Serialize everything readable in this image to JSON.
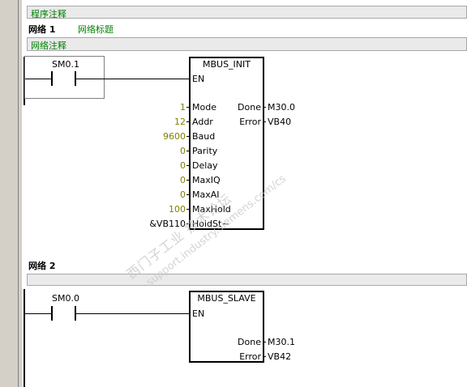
{
  "program_comment": "程序注释",
  "network1": {
    "label": "网络 1",
    "title": "网络标题",
    "comment": "网络注释",
    "contact": "SM0.1",
    "block": {
      "name": "MBUS_INIT",
      "en": "EN",
      "inputs": [
        {
          "value": "1",
          "pin": "Mode"
        },
        {
          "value": "12",
          "pin": "Addr"
        },
        {
          "value": "9600",
          "pin": "Baud"
        },
        {
          "value": "0",
          "pin": "Parity"
        },
        {
          "value": "0",
          "pin": "Delay"
        },
        {
          "value": "0",
          "pin": "MaxIQ"
        },
        {
          "value": "0",
          "pin": "MaxAI"
        },
        {
          "value": "100",
          "pin": "MaxHold"
        },
        {
          "value": "&VB110",
          "pin": "HoldSt~"
        }
      ],
      "outputs": [
        {
          "pin": "Done",
          "value": "M30.0"
        },
        {
          "pin": "Error",
          "value": "VB40"
        }
      ]
    }
  },
  "network2": {
    "label": "网络 2",
    "contact": "SM0.0",
    "block": {
      "name": "MBUS_SLAVE",
      "en": "EN",
      "outputs": [
        {
          "pin": "Done",
          "value": "M30.1"
        },
        {
          "pin": "Error",
          "value": "VB42"
        }
      ]
    }
  },
  "watermark": {
    "line1": "西门子工业 技术论坛",
    "line2": "support.industry.siemens.com/cs"
  }
}
